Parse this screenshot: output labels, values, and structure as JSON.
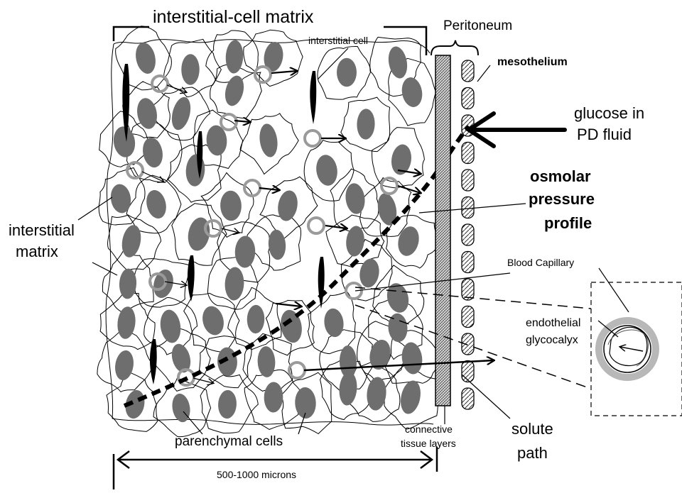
{
  "labels": {
    "title": "interstitial-cell matrix",
    "interstitial_cell": "interstitial cell",
    "peritoneum": "Peritoneum",
    "mesothelium": "mesothelium",
    "glucose_line1": "glucose in",
    "glucose_line2": "PD fluid",
    "osmolar_line1": "osmolar",
    "osmolar_line2": "pressure",
    "osmolar_line3": "profile",
    "interstitial_matrix_line1": "interstitial",
    "interstitial_matrix_line2": "matrix",
    "blood_capillary": "Blood Capillary",
    "endothelial_line1": "endothelial",
    "endothelial_line2": "glycocalyx",
    "parenchymal": "parenchymal cells",
    "connective_line1": "connective",
    "connective_line2": "tissue layers",
    "solute_line1": "solute",
    "solute_line2": "path",
    "scale": "500-1000 microns"
  },
  "colors": {
    "nucleus": "#6e6e6e",
    "ring": "#9a9a9a",
    "ink": "#000000",
    "capillary_halo": "#b8b8b8"
  }
}
